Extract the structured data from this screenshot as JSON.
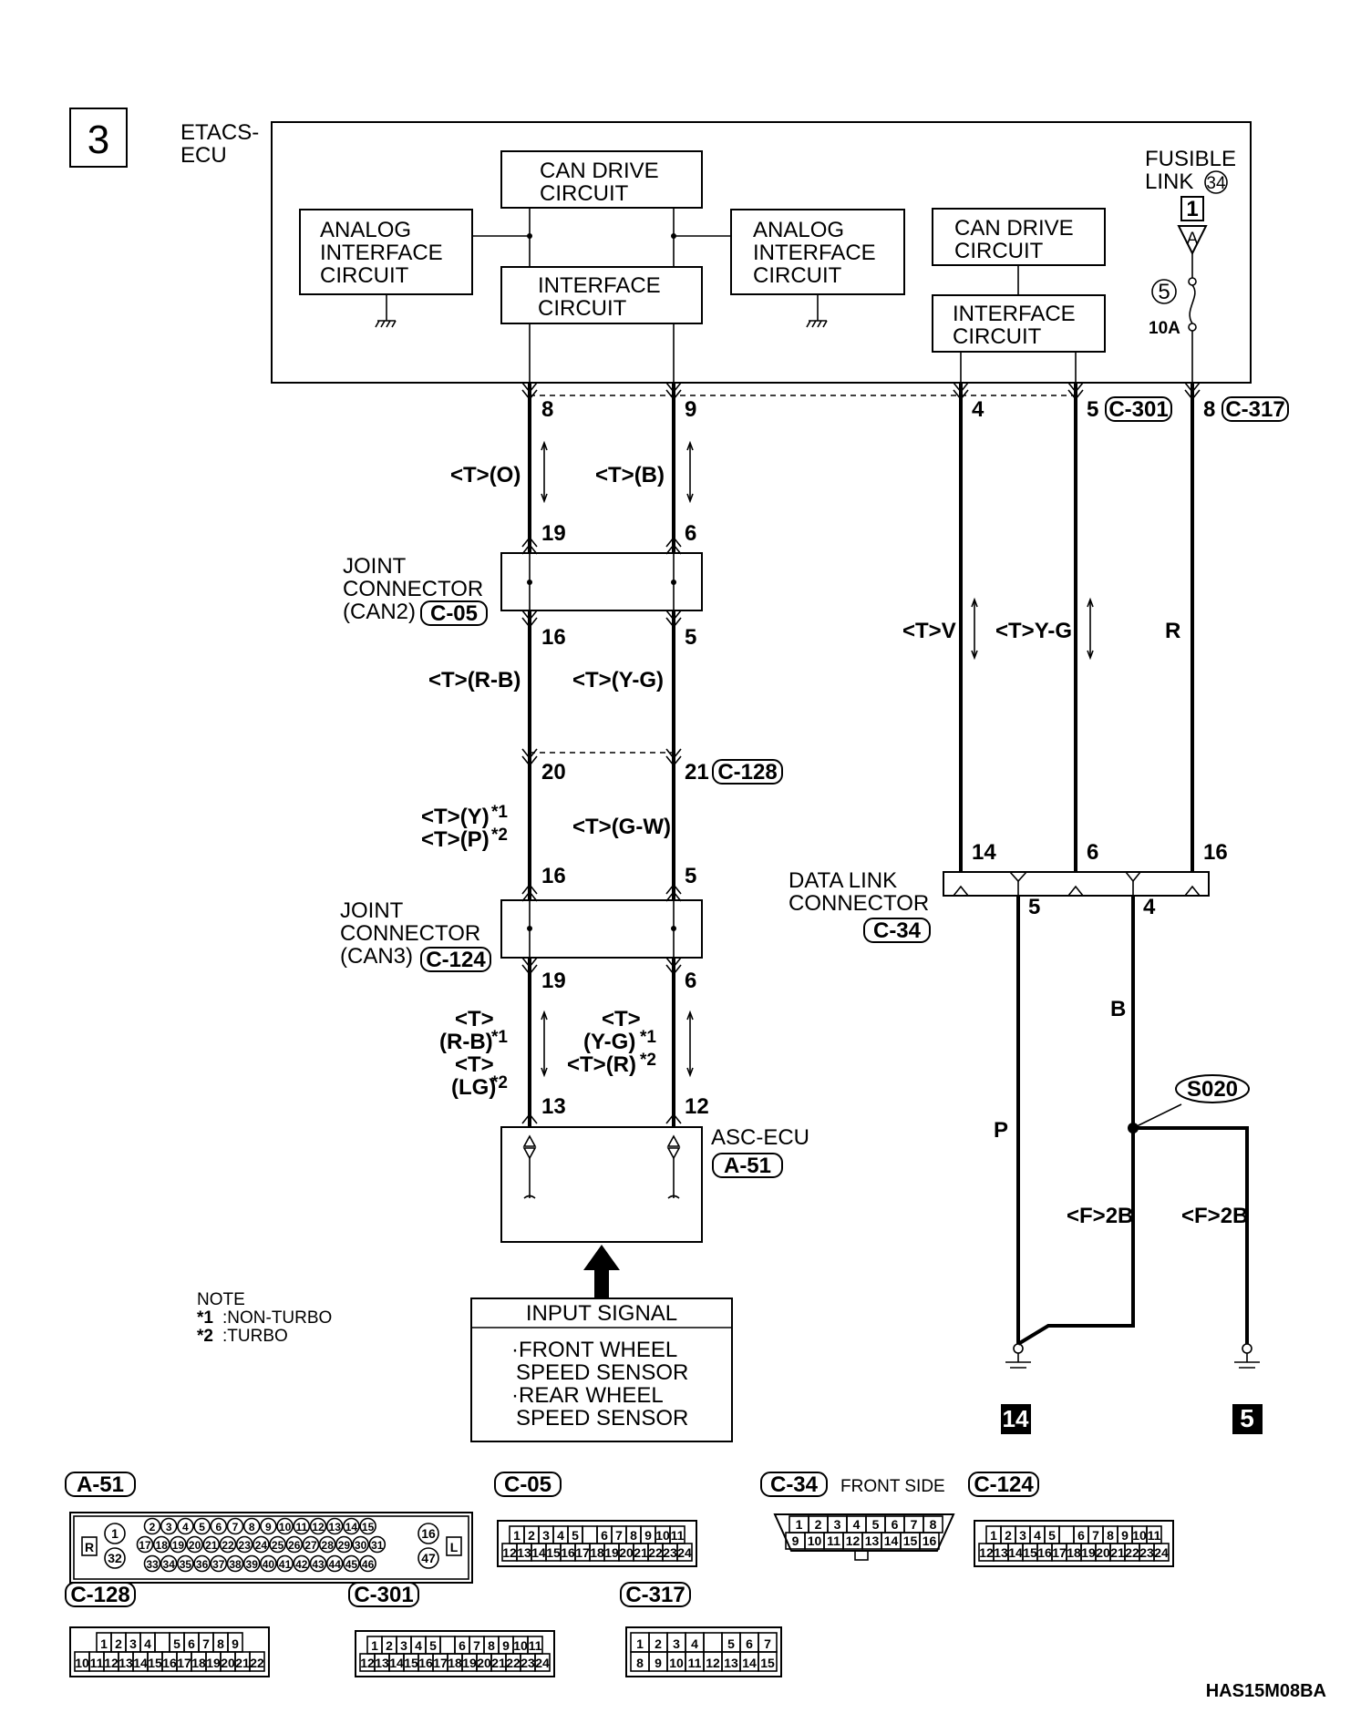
{
  "figure_number": "3",
  "etacs_label": "ETACS-\nECU",
  "etacs_label_lines": [
    "ETACS-",
    "ECU"
  ],
  "blocks": {
    "can_drive_1": [
      "CAN DRIVE",
      "CIRCUIT"
    ],
    "interface_1": [
      "INTERFACE",
      "CIRCUIT"
    ],
    "analog_left": [
      "ANALOG",
      "INTERFACE",
      "CIRCUIT"
    ],
    "analog_right": [
      "ANALOG",
      "INTERFACE",
      "CIRCUIT"
    ],
    "can_drive_2": [
      "CAN DRIVE",
      "CIRCUIT"
    ],
    "interface_2": [
      "INTERFACE",
      "CIRCUIT"
    ]
  },
  "fusible_link": {
    "label_lines": [
      "FUSIBLE",
      "LINK"
    ],
    "number": "34",
    "box_number": "1",
    "letter": "A",
    "fuse_number": "5",
    "rating": "10A"
  },
  "pins": {
    "p8": "8",
    "p9": "9",
    "p4": "4",
    "p5": "5",
    "p8b": "8",
    "p19a": "19",
    "p6a": "6",
    "p16a": "16",
    "p5a": "5",
    "p20": "20",
    "p21": "21",
    "p16b": "16",
    "p5b": "5",
    "p19b": "19",
    "p6b": "6",
    "p13": "13",
    "p12": "12",
    "p14": "14",
    "p6c": "6",
    "p16c": "16",
    "p5c": "5",
    "p4c": "4"
  },
  "connector_refs": {
    "c301": "C-301",
    "c317": "C-317",
    "c05": "C-05",
    "c128": "C-128",
    "c124": "C-124",
    "c34": "C-34",
    "a51": "A-51"
  },
  "wire_labels": {
    "w8": "<T>(O)",
    "w9": "<T>(B)",
    "w16": "<T>(R-B)",
    "w5": "<T>(Y-G)",
    "w20a": "<T>(Y)",
    "w20b": "<T>(P)",
    "w21": "<T>(G-W)",
    "w13a": "<T>",
    "w13b": "(R-B)",
    "w13c": "<T>",
    "w13d": "(LG)",
    "w12a": "<T>",
    "w12b": "(Y-G)",
    "w12c": "<T>(R)",
    "w4": "<T>V",
    "w5r": "<T>Y-G",
    "w8r": "R",
    "wB": "B",
    "wP": "P",
    "wF1": "<F>2B",
    "wF2": "<F>2B",
    "star1": "*1",
    "star2": "*2"
  },
  "joint_connectors": {
    "can2": [
      "JOINT",
      "CONNECTOR",
      "(CAN2)"
    ],
    "can3": [
      "JOINT",
      "CONNECTOR",
      "(CAN3)"
    ]
  },
  "data_link": [
    "DATA LINK",
    "CONNECTOR"
  ],
  "asc_ecu": "ASC-ECU",
  "splice": "S020",
  "grounds": [
    "14",
    "5"
  ],
  "input_signal": {
    "title": "INPUT SIGNAL",
    "lines": [
      "·FRONT WHEEL",
      "SPEED SENSOR",
      "·REAR WHEEL",
      "SPEED SENSOR"
    ]
  },
  "note": {
    "title": "NOTE",
    "items": [
      ":NON-TURBO",
      ":TURBO"
    ],
    "markers": [
      "*1",
      "*2"
    ]
  },
  "connector_views": {
    "a51": {
      "ref": "A-51",
      "row1": [
        "2",
        "3",
        "4",
        "5",
        "6",
        "7",
        "8",
        "9",
        "10",
        "11",
        "12",
        "13",
        "14",
        "15"
      ],
      "row2": [
        "17",
        "18",
        "19",
        "20",
        "21",
        "22",
        "23",
        "24",
        "25",
        "26",
        "27",
        "28",
        "29",
        "30",
        "31"
      ],
      "row3": [
        "33",
        "34",
        "35",
        "36",
        "37",
        "38",
        "39",
        "40",
        "41",
        "42",
        "43",
        "44",
        "45",
        "46"
      ],
      "left_pins": [
        "1",
        "32"
      ],
      "right_pins": [
        "16",
        "47"
      ],
      "side_l": "R",
      "side_r": "L"
    },
    "c05": {
      "ref": "C-05",
      "row1": [
        "1",
        "2",
        "3",
        "4",
        "5",
        "",
        "6",
        "7",
        "8",
        "9",
        "10",
        "11"
      ],
      "row2": [
        "12",
        "13",
        "14",
        "15",
        "16",
        "17",
        "18",
        "19",
        "20",
        "21",
        "22",
        "23",
        "24"
      ]
    },
    "c34": {
      "ref": "C-34",
      "note": "FRONT SIDE",
      "row1": [
        "1",
        "2",
        "3",
        "4",
        "5",
        "6",
        "7",
        "8"
      ],
      "row2": [
        "9",
        "10",
        "11",
        "12",
        "13",
        "14",
        "15",
        "16"
      ]
    },
    "c124": {
      "ref": "C-124",
      "row1": [
        "1",
        "2",
        "3",
        "4",
        "5",
        "",
        "6",
        "7",
        "8",
        "9",
        "10",
        "11"
      ],
      "row2": [
        "12",
        "13",
        "14",
        "15",
        "16",
        "17",
        "18",
        "19",
        "20",
        "21",
        "22",
        "23",
        "24"
      ]
    },
    "c128": {
      "ref": "C-128",
      "row1": [
        "1",
        "2",
        "3",
        "4",
        "",
        "5",
        "6",
        "7",
        "8",
        "9"
      ],
      "row2": [
        "10",
        "11",
        "12",
        "13",
        "14",
        "15",
        "16",
        "17",
        "18",
        "19",
        "20",
        "21",
        "22"
      ]
    },
    "c301": {
      "ref": "C-301",
      "row1": [
        "1",
        "2",
        "3",
        "4",
        "5",
        "",
        "6",
        "7",
        "8",
        "9",
        "10",
        "11"
      ],
      "row2": [
        "12",
        "13",
        "14",
        "15",
        "16",
        "17",
        "18",
        "19",
        "20",
        "21",
        "22",
        "23",
        "24"
      ]
    },
    "c317": {
      "ref": "C-317",
      "row1": [
        "1",
        "2",
        "3",
        "4",
        "",
        "5",
        "6",
        "7"
      ],
      "row2": [
        "8",
        "9",
        "10",
        "11",
        "12",
        "13",
        "14",
        "15"
      ]
    }
  },
  "doc_code": "HAS15M08BA"
}
